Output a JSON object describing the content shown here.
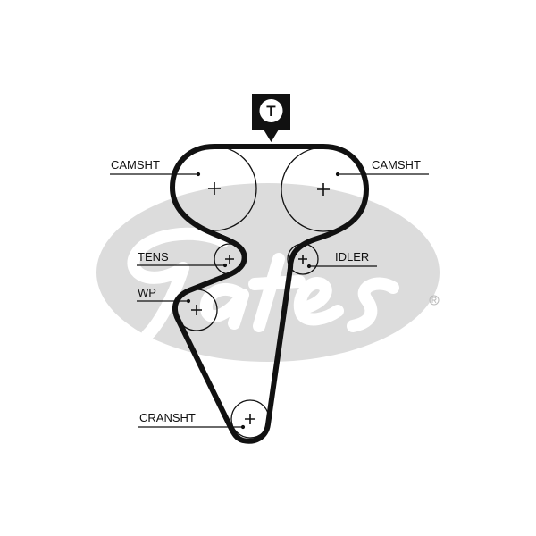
{
  "logo": {
    "text": "Gates",
    "registered": "®",
    "color": "#dcdcdc"
  },
  "marker": {
    "letter": "T"
  },
  "labels": {
    "camshaft_left": "CAMSHT",
    "camshaft_right": "CAMSHT",
    "tensioner": "TENS",
    "idler": "IDLER",
    "water_pump": "WP",
    "crankshaft": "CRANSHT"
  },
  "colors": {
    "belt": "#111111",
    "logo": "#dcdcdc"
  }
}
